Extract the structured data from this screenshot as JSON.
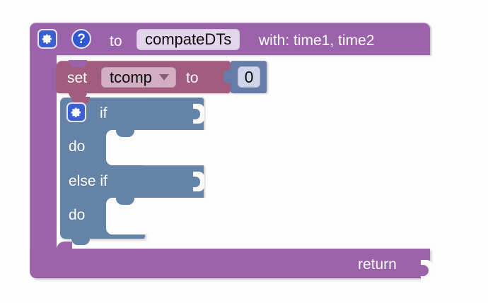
{
  "editor": {
    "name": "blockly-workspace",
    "background_color": "#fdfdfd"
  },
  "procedure_block": {
    "color": "#9a63aa",
    "mutator_icon": "gear-icon",
    "help_icon": "question-mark-icon",
    "help_glyph": "?",
    "to_label": "to",
    "name_value": "compateDTs",
    "params_label": "with: time1, time2",
    "return_label": "return",
    "return_socket_empty": true
  },
  "set_block": {
    "color": "#a25d7e",
    "set_label": "set",
    "variable_value": "tcomp",
    "dropdown_icon": "chevron-down-icon",
    "to_label": "to"
  },
  "number_block": {
    "color": "#667ca8",
    "value": "0"
  },
  "if_block": {
    "color": "#6483a6",
    "mutator_icon": "gear-icon",
    "rows": [
      {
        "label": "if",
        "kind": "condition"
      },
      {
        "label": "do",
        "kind": "statement"
      },
      {
        "label": "else if",
        "kind": "condition"
      },
      {
        "label": "do",
        "kind": "statement"
      }
    ]
  }
}
